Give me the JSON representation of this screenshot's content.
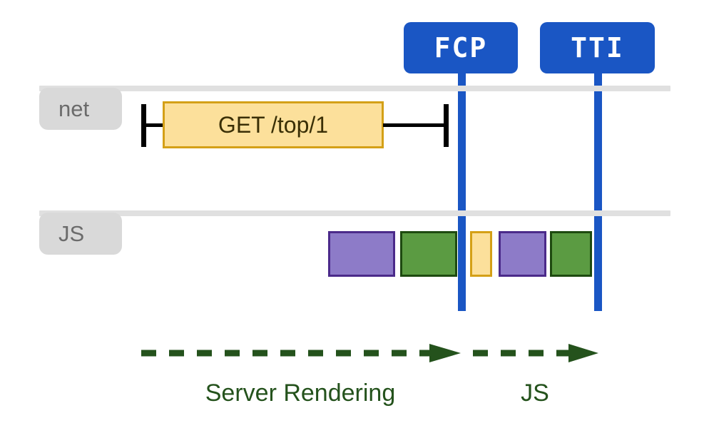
{
  "colors": {
    "marker_blue": "#1a56c4",
    "track_gray": "#e0e0e0",
    "chip_gray": "#d9d9d9",
    "chip_text": "#6b6b6b",
    "request_fill": "#fce09b",
    "request_border": "#d4a017",
    "task_purple_fill": "#8d7bc8",
    "task_purple_border": "#4b2a8a",
    "task_green_fill": "#5b9b42",
    "task_green_border": "#1e4a10",
    "arrow_green": "#24521c",
    "bracket_black": "#000000",
    "background": "#ffffff"
  },
  "markers": [
    {
      "id": "fcp",
      "label": "FCP"
    },
    {
      "id": "tti",
      "label": "TTI"
    }
  ],
  "lanes": [
    {
      "id": "net",
      "label": "net"
    },
    {
      "id": "js",
      "label": "JS"
    }
  ],
  "network": {
    "requests": [
      {
        "label": "GET /top/1"
      }
    ]
  },
  "js_tasks": [
    {
      "id": "task-1",
      "kind": "purple"
    },
    {
      "id": "task-2",
      "kind": "green"
    },
    {
      "id": "task-3",
      "kind": "yellow"
    },
    {
      "id": "task-4",
      "kind": "purple"
    },
    {
      "id": "task-5",
      "kind": "green"
    }
  ],
  "phases": [
    {
      "id": "server-rendering",
      "label": "Server Rendering"
    },
    {
      "id": "js",
      "label": "JS"
    }
  ],
  "chart_data": {
    "type": "timeline",
    "title": "",
    "xlabel": "",
    "ylabel": "",
    "xlim": [
      0,
      994
    ],
    "grid": false,
    "lanes": [
      "net",
      "JS"
    ],
    "markers": [
      {
        "name": "FCP",
        "x": 647
      },
      {
        "name": "TTI",
        "x": 838
      }
    ],
    "series": [
      {
        "name": "net",
        "lane": "net",
        "items": [
          {
            "label": "GET /top/1",
            "type": "request",
            "start": 228,
            "end": 537,
            "bracket_start": 196,
            "bracket_end": 627
          }
        ]
      },
      {
        "name": "JS",
        "lane": "JS",
        "items": [
          {
            "label": "",
            "type": "task",
            "color": "purple",
            "start": 460,
            "end": 554
          },
          {
            "label": "",
            "type": "task",
            "color": "green",
            "start": 561,
            "end": 641
          },
          {
            "label": "",
            "type": "task",
            "color": "yellow",
            "start": 659,
            "end": 689
          },
          {
            "label": "",
            "type": "task",
            "color": "purple",
            "start": 699,
            "end": 765
          },
          {
            "label": "",
            "type": "task",
            "color": "green",
            "start": 771,
            "end": 829
          }
        ]
      }
    ],
    "annotations": [
      {
        "text": "Server Rendering",
        "from": 200,
        "to": 637,
        "y": 492,
        "style": "dashed-arrow"
      },
      {
        "text": "JS",
        "from": 663,
        "to": 832,
        "y": 492,
        "style": "dashed-arrow"
      }
    ]
  }
}
